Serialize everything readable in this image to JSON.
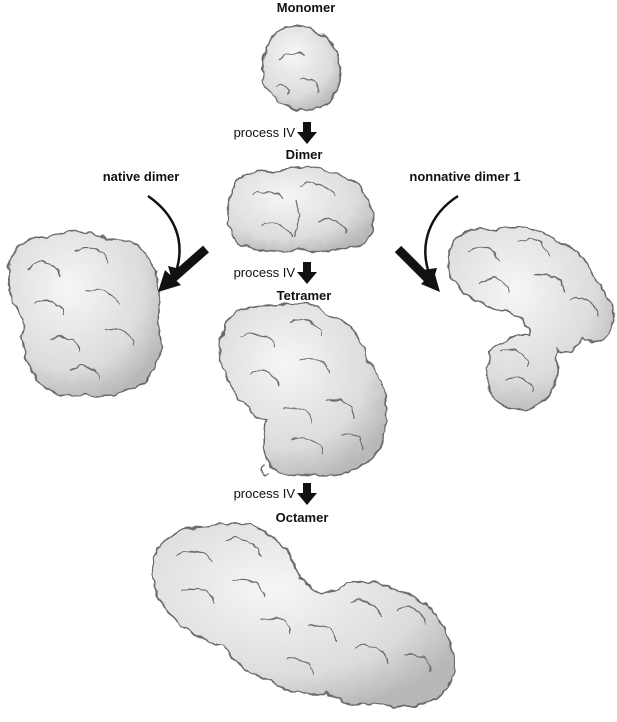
{
  "labels": {
    "monomer": "Monomer",
    "dimer": "Dimer",
    "tetramer": "Tetramer",
    "octamer": "Octamer",
    "native_dimer": "native dimer",
    "nonnative_dimer": "nonnative dimer 1",
    "step1": "process IV",
    "step2": "process IV",
    "step3": "process IV"
  },
  "colors": {
    "surface": "#e2e2e2",
    "surface_edge": "#6a6a6a",
    "arrow": "#111111"
  },
  "structures": [
    "monomer-structure",
    "dimer-structure",
    "tetramer-structure",
    "octamer-structure",
    "native-dimer-structure",
    "nonnative-dimer-structure"
  ]
}
